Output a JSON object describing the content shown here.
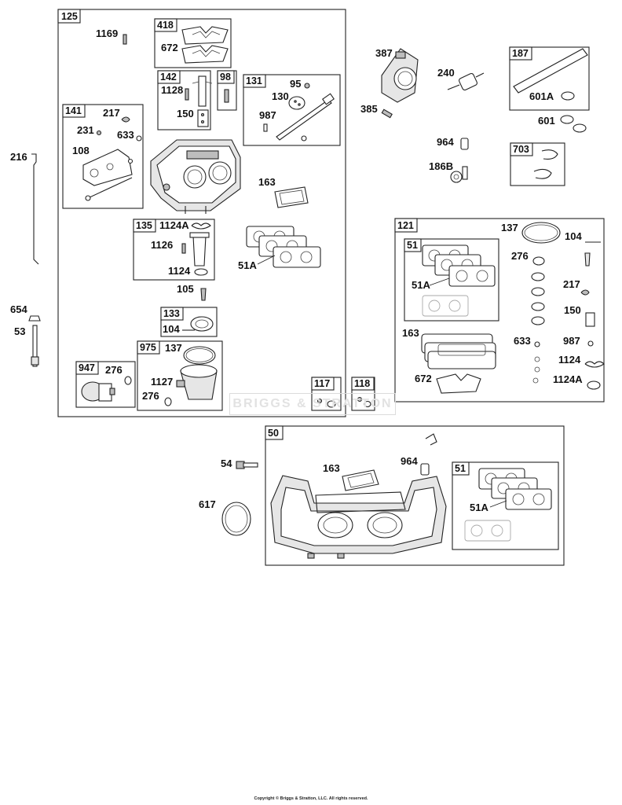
{
  "groups": {
    "g125": "125",
    "g418": "418",
    "g142": "142",
    "g98": "98",
    "g131": "131",
    "g141": "141",
    "g135": "135",
    "g133": "133",
    "g975": "975",
    "g947": "947",
    "g117": "117",
    "g118": "118",
    "g187": "187",
    "g703": "703",
    "g121": "121",
    "g51a": "51",
    "g50": "50",
    "g51b": "51"
  },
  "labels": {
    "p1169": "1169",
    "p672a": "672",
    "p1128": "1128",
    "p150a": "150",
    "p95": "95",
    "p130": "130",
    "p987a": "987",
    "p217a": "217",
    "p231": "231",
    "p633a": "633",
    "p108": "108",
    "p163a": "163",
    "p1124Aa": "1124A",
    "p1126": "1126",
    "p1124a": "1124",
    "p51Aa": "51A",
    "p105": "105",
    "p104a": "104",
    "p137a": "137",
    "p1127": "1127",
    "p276a": "276",
    "p276b": "276",
    "p216": "216",
    "p654": "654",
    "p53": "53",
    "p387": "387",
    "p240": "240",
    "p385": "385",
    "p964a": "964",
    "p186B": "186B",
    "p601A": "601A",
    "p601": "601",
    "p137b": "137",
    "p104b": "104",
    "p276c": "276",
    "p51Ab": "51A",
    "p217b": "217",
    "p150b": "150",
    "p163b": "163",
    "p633b": "633",
    "p987b": "987",
    "p1124b": "1124",
    "p672b": "672",
    "p1124Ab": "1124A",
    "p54": "54",
    "p617": "617",
    "p163c": "163",
    "p964b": "964",
    "p51Ac": "51A"
  },
  "watermark": "BRIGGS & STRATTON",
  "copyright": "Copyright © Briggs & Stratton, LLC. All rights reserved."
}
